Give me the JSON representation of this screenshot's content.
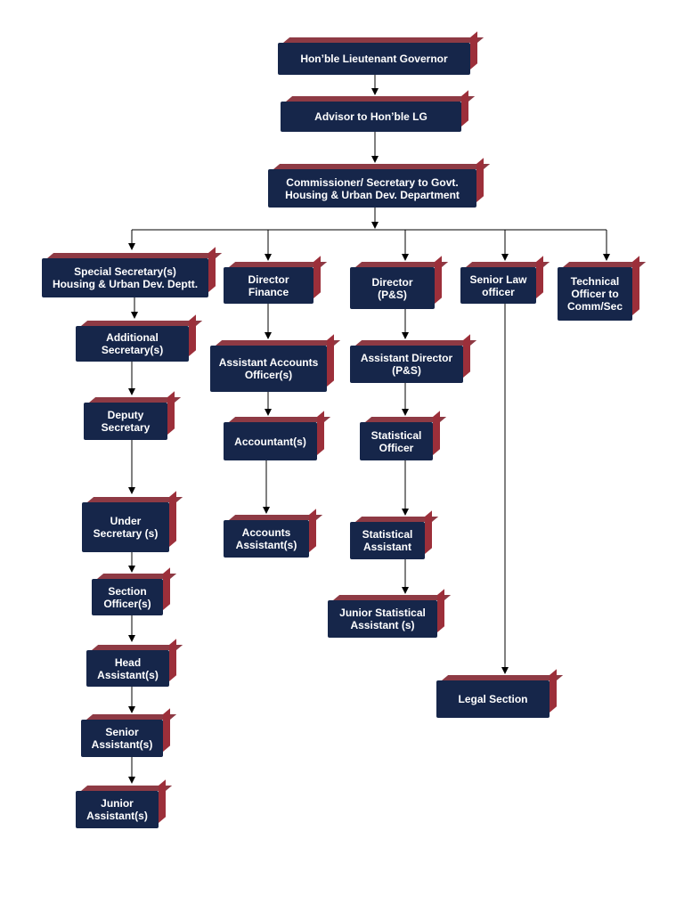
{
  "org_chart": {
    "lieutenant_governor": "Hon’ble Lieutenant Governor",
    "advisor": "Advisor  to Hon’ble LG",
    "commissioner": "Commissioner/ Secretary to Govt.\nHousing & Urban Dev. Department",
    "special_secretary": "Special Secretary(s)\nHousing & Urban Dev. Deptt.",
    "additional_secretary": "Additional\nSecretary(s)",
    "deputy_secretary": "Deputy\nSecretary",
    "under_secretary": "Under\nSecretary (s)",
    "section_officer": "Section\nOfficer(s)",
    "head_assistant": "Head\nAssistant(s)",
    "senior_assistant": "Senior\nAssistant(s)",
    "junior_assistant": "Junior\nAssistant(s)",
    "director_finance": "Director\nFinance",
    "assistant_accounts_officer": "Assistant Accounts\nOfficer(s)",
    "accountant": "Accountant(s)",
    "accounts_assistant": "Accounts\nAssistant(s)",
    "director_ps": "Director\n(P&S)",
    "assistant_director_ps": "Assistant Director\n(P&S)",
    "statistical_officer": "Statistical\nOfficer",
    "statistical_assistant": "Statistical\nAssistant",
    "junior_statistical_assistant": "Junior Statistical\nAssistant (s)",
    "senior_law_officer": "Senior Law\nofficer",
    "legal_section": "Legal Section",
    "technical_officer": "Technical\nOfficer to\nComm/Sec"
  },
  "colors": {
    "box_face": "#16264a",
    "box_top": "#8e3a44",
    "box_side": "#9c2f3a",
    "connector": "#000000",
    "text": "#ffffff"
  }
}
